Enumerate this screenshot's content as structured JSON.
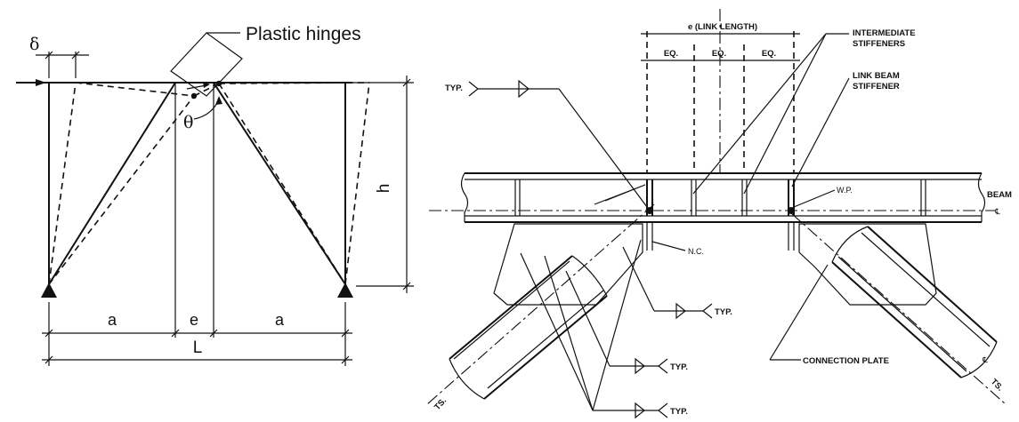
{
  "frame": {
    "plastic_hinges_label": "Plastic hinges",
    "delta_symbol": "δ",
    "theta_symbol": "θ",
    "h_label": "h",
    "a_left_label": "a",
    "e_label": "e",
    "a_right_label": "a",
    "L_label": "L"
  },
  "detail": {
    "link_length_label": "e (LINK LENGTH)",
    "eq_labels": [
      "EQ.",
      "EQ.",
      "EQ."
    ],
    "intermediate_stiffeners_label": [
      "INTERMEDIATE",
      "STIFFENERS"
    ],
    "link_beam_stiffener_label": [
      "LINK BEAM",
      "STIFFENER"
    ],
    "wp_label": "W.P.",
    "beam_label": "BEAM",
    "beam_cl_symbol": "℄",
    "typ_label": "TYP.",
    "nc_label": "N.C.",
    "connection_plate_label": "CONNECTION PLATE",
    "ts_label": "TS."
  }
}
